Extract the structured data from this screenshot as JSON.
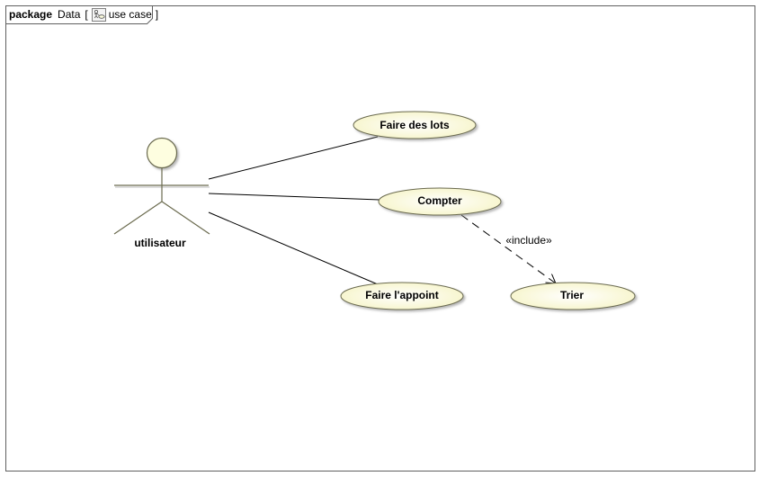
{
  "frame": {
    "keyword": "package",
    "name": "Data",
    "open_bracket": "[",
    "diagram_type": "use case",
    "close_bracket": "]",
    "icon": "use-case-diagram-icon"
  },
  "actor": {
    "name": "utilisateur"
  },
  "use_cases": {
    "lots": "Faire des lots",
    "compter": "Compter",
    "appoint": "Faire l'appoint",
    "trier": "Trier"
  },
  "relations": {
    "include_label": "«include»"
  },
  "colors": {
    "use_case_fill": "#fefee0",
    "use_case_stroke": "#6b6b4f",
    "actor_fill": "#fefee0",
    "line": "#000000"
  }
}
